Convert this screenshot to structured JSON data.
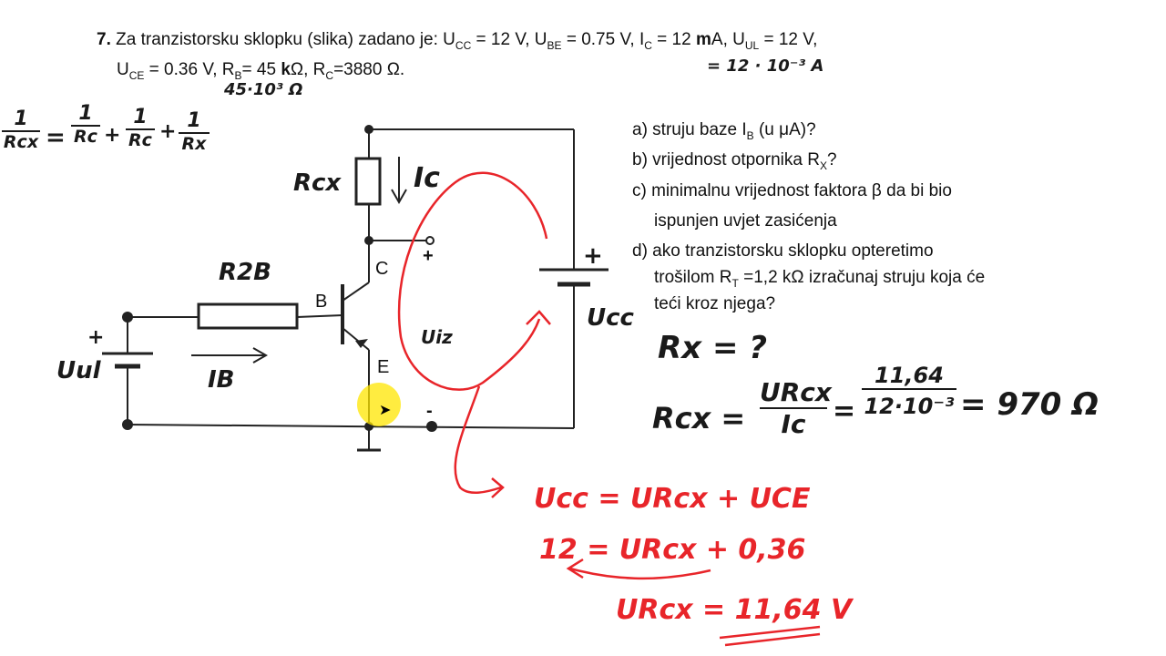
{
  "problem": {
    "number": "7.",
    "line1": "Za tranzistorsku sklopku (slika) zadano je:  U",
    "ucc_sub": "CC",
    "ucc_val": " = 12 V,  U",
    "ube_sub": "BE",
    "ube_val": " = 0.75 V, I",
    "ic_sub": "C",
    "ic_val": " = 12 ",
    "ic_unit_bold": "m",
    "ic_unit": "A, U",
    "uul_sub": "UL",
    "uul_val": " = 12 V,",
    "line2_start": "U",
    "uce_sub": "CE",
    "uce_val": " = 0.36 V, R",
    "rb_sub": "B",
    "rb_val": "= 45 ",
    "rb_unit_bold": "k",
    "rb_unit": "Ω, R",
    "rc_sub": "C",
    "rc_val": "=3880 Ω."
  },
  "questions": {
    "a": "a) struju baze I",
    "a_sub": "B",
    "a_end": " (u μA)?",
    "b": "b)  vrijednost otpornika R",
    "b_sub": "X",
    "b_end": "?",
    "c1": "c)  minimalnu vrijednost faktora β da bi bio",
    "c2": "ispunjen uvjet zasićenja",
    "d1": "d) ako tranzistorsku sklopku opteretimo",
    "d2": "trošilom R",
    "d2_sub": "T",
    "d2_end": " =1,2 kΩ izračunaj struju koja će",
    "d3": "teći kroz njega?"
  },
  "circuit_labels": {
    "c": "C",
    "b": "B",
    "e": "E",
    "plus_out": "+",
    "minus_out": "-"
  },
  "handwriting": {
    "rb_note": "45·10³ Ω",
    "ic_note": "= 12 · 10⁻³ A",
    "formula_left": "1/Rcx",
    "formula_eq": "=",
    "f1_num": "1",
    "f1_den": "Rc",
    "plus": "+",
    "f2_num": "1",
    "f2_den": "Rc",
    "f3_num": "1",
    "f3_den": "Rx",
    "r_cx": "Rcx",
    "i_c": "Ic",
    "r_2b": "R2B",
    "i_b": "IB",
    "u_ul": "Uul",
    "u_ul_plus": "+",
    "u_cc": "Ucc",
    "u_cc_plus": "+",
    "u_iz": "Uiz",
    "rx_q": "Rx = ?",
    "rcx_lhs": "Rcx =",
    "rcx_num": "URcx",
    "rcx_den": "Ic",
    "rcx_eq2": "=",
    "num_val": "11,64",
    "den_val": "12·10⁻³",
    "result": "= 970 Ω",
    "red1": "Ucc = URcx + UCE",
    "red2": "12 = URcx + 0,36",
    "red3": "URcx = 11,64 V"
  },
  "colors": {
    "ink_red": "#e8252a",
    "highlight": "#ffe600"
  }
}
